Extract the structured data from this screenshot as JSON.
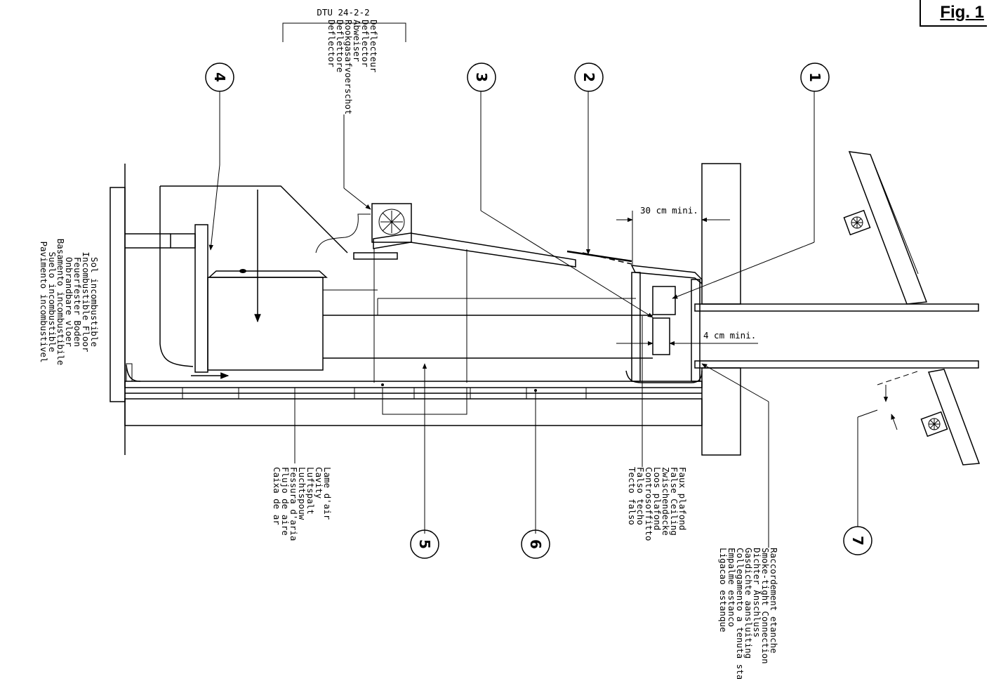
{
  "figure_label": "Fig. 1",
  "deflector_group": {
    "code": "DTU 24-2-2",
    "labels": [
      "Deflecteur",
      "Deflector",
      "Abweiser",
      "Rookgasafvoerschot",
      "Deflettore",
      "Deflector"
    ]
  },
  "dimensions": {
    "clearance_top": "30 cm mini.",
    "clearance_pipe": "4 cm mini."
  },
  "callouts": [
    "1",
    "2",
    "3",
    "4",
    "5",
    "6",
    "7"
  ],
  "floor_labels": [
    "Sol incombustible",
    "Incombustible Floor",
    "Feuerfester Boden",
    "Onbrandbare vloer",
    "Basamento incombustibile",
    "Suelo incombustible",
    "Pavimento incombustivel"
  ],
  "cavity_labels": [
    "Lame d'air",
    "Cavity",
    "Luftspalt",
    "Luchtspouw",
    "Fessura d'aria",
    "Flujo de aire",
    "Caixa de ar"
  ],
  "ceiling_labels": [
    "Faux plafond",
    "False Ceiling",
    "Zwischendecke",
    "Loos plafond",
    "Controsoffitto",
    "Falso techo",
    "Tecto falso"
  ],
  "connection_labels": [
    "Raccordement etanche",
    "Smoke-tight Connection",
    "Dichter Anschluss",
    "Gasdichte aansluiting",
    "Collegamento a tenuta stagna",
    "Empalme estanco",
    "Ligacao estanque"
  ]
}
